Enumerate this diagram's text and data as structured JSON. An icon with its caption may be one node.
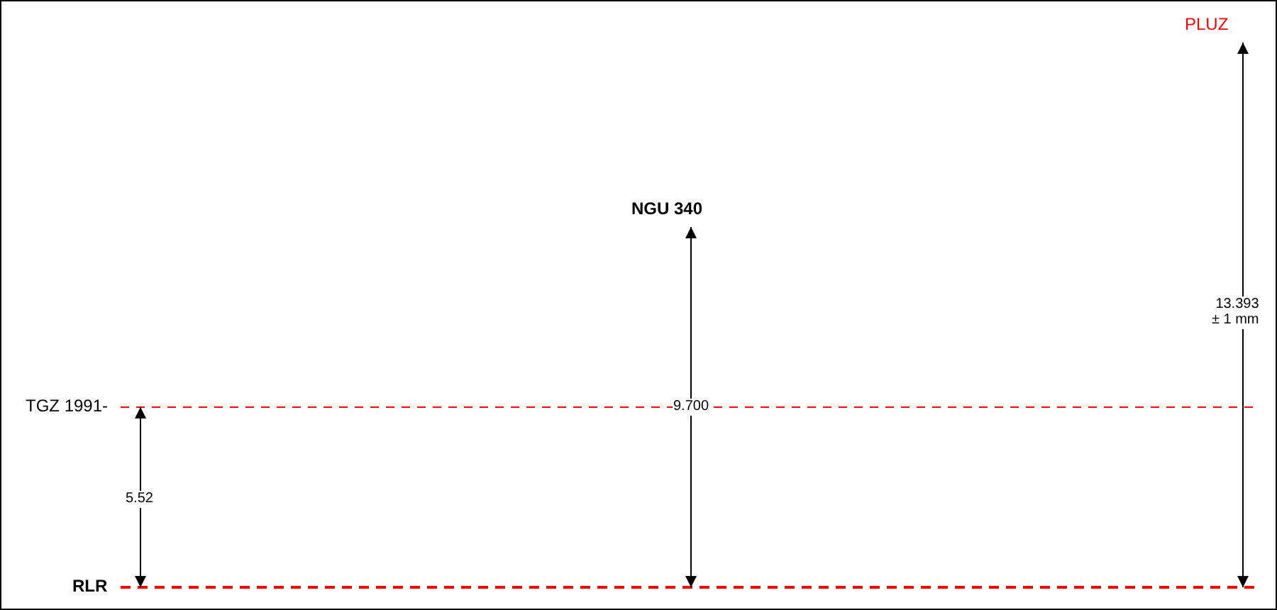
{
  "diagram": {
    "labels": [
      "PLUZ",
      "NGU 340",
      "13.393 ± 1 mm",
      "TGZ 1991-",
      "9.700",
      "5.52",
      "RLR"
    ]
  }
}
